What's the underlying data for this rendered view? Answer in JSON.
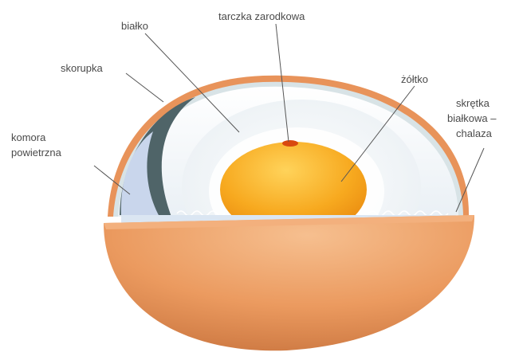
{
  "labels": {
    "bialko": "białko",
    "tarczka": "tarczka zarodkowa",
    "skorupka": "skorupka",
    "zoltko": "żółtko",
    "komora_line1": "komora",
    "komora_line2": "powietrzna",
    "chalaza_line1": "skrętka",
    "chalaza_line2": "białkowa –",
    "chalaza_line3": "chalaza"
  },
  "colors": {
    "shell": "#e8935a",
    "shell_dark": "#c8703a",
    "membrane": "#4f6468",
    "albumen": "#f4f8fa",
    "yolk": "#f6a21c",
    "air_cell": "#c9d6ec"
  }
}
